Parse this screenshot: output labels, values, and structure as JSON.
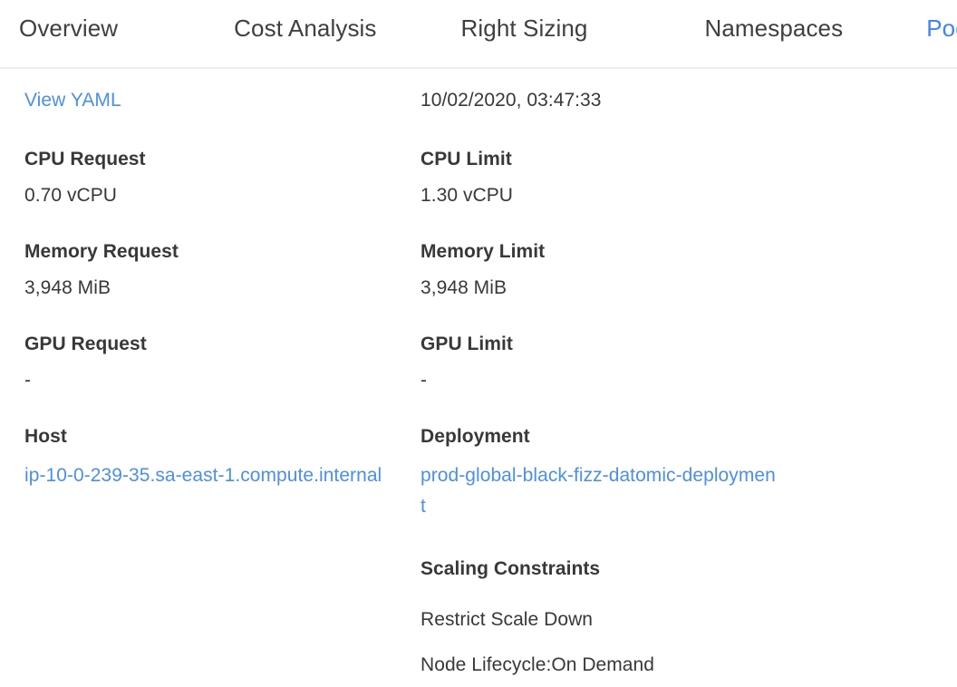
{
  "theme": {
    "accent": "#3d84f5",
    "link": "#4a90e8",
    "text": "#37383a",
    "tab_inactive": "#3c4043",
    "divider": "#eceded",
    "background": "#ffffff"
  },
  "tabs": {
    "items": [
      {
        "id": "overview",
        "label": "Overview",
        "active": false
      },
      {
        "id": "cost-analysis",
        "label": "Cost Analysis",
        "active": false
      },
      {
        "id": "right-sizing",
        "label": "Right Sizing",
        "active": false
      },
      {
        "id": "namespaces",
        "label": "Namespaces",
        "active": false
      },
      {
        "id": "pods",
        "label": "Pods",
        "active": true
      }
    ]
  },
  "details": {
    "view_yaml_label": "View YAML",
    "timestamp": "10/02/2020, 03:47:33",
    "left": [
      {
        "label": "CPU Request",
        "value": "0.70 vCPU"
      },
      {
        "label": "Memory Request",
        "value": "3,948 MiB"
      },
      {
        "label": "GPU Request",
        "value": "-"
      }
    ],
    "right": [
      {
        "label": "CPU Limit",
        "value": "1.30 vCPU"
      },
      {
        "label": "Memory Limit",
        "value": "3,948 MiB"
      },
      {
        "label": "GPU Limit",
        "value": "-"
      }
    ],
    "host": {
      "label": "Host",
      "value": "ip-10-0-239-35.sa-east-1.compute.internal"
    },
    "deployment": {
      "label": "Deployment",
      "value": "prod-global-black-fizz-datomic-deployment"
    },
    "scaling": {
      "label": "Scaling Constraints",
      "constraints": [
        "Restrict Scale Down",
        "Node Lifecycle:On Demand"
      ]
    }
  }
}
